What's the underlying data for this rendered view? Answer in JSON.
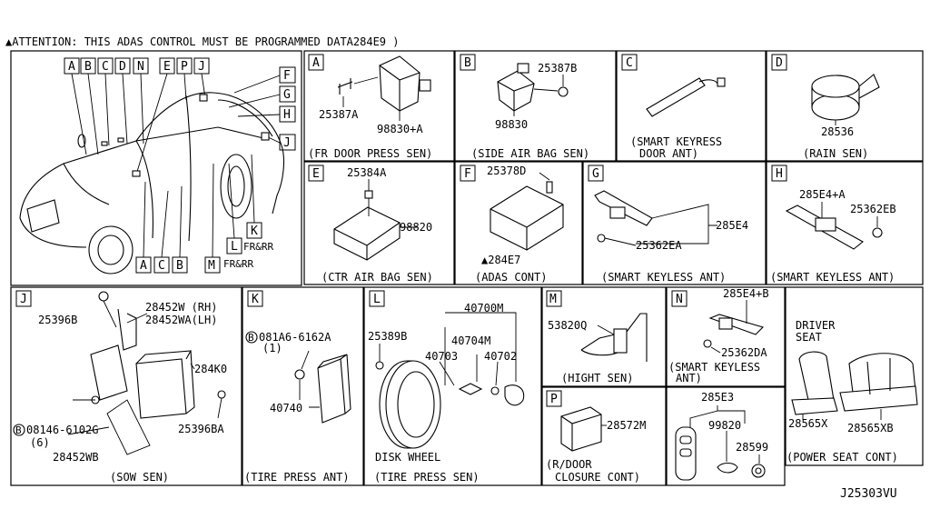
{
  "header": {
    "attention": "▲ATTENTION: THIS ADAS CONTROL MUST BE PROGRAMMED DATA284E9         )"
  },
  "footer": {
    "diagram_code": "J25303VU"
  },
  "overview": {
    "top_letters": [
      "A",
      "B",
      "C",
      "D",
      "N",
      "E",
      "P",
      "J"
    ],
    "right_letters": [
      "F",
      "G",
      "H",
      "J"
    ],
    "bottom_letters": [
      "A",
      "C",
      "B"
    ],
    "m_letter": "M",
    "l_letter": "L",
    "k_letter": "K",
    "fr_rr_1": "FR&RR",
    "fr_rr_2": "FR&RR"
  },
  "panels": {
    "A": {
      "letter": "A",
      "parts": [
        "25387A",
        "98830+A"
      ],
      "caption": "(FR DOOR PRESS SEN)"
    },
    "B": {
      "letter": "B",
      "parts": [
        "25387B",
        "98830"
      ],
      "caption": "(SIDE AIR BAG SEN)"
    },
    "C": {
      "letter": "C",
      "caption1": "(SMART KEYRESS",
      "caption2": "DOOR ANT)"
    },
    "D": {
      "letter": "D",
      "parts": [
        "28536"
      ],
      "caption": "(RAIN SEN)"
    },
    "E": {
      "letter": "E",
      "parts": [
        "25384A",
        "98820"
      ],
      "caption": "(CTR AIR BAG SEN)"
    },
    "F": {
      "letter": "F",
      "parts": [
        "25378D",
        "▲284E7"
      ],
      "caption": "(ADAS CONT)"
    },
    "G": {
      "letter": "G",
      "parts": [
        "285E4",
        "25362EA"
      ],
      "caption": "(SMART KEYLESS ANT)"
    },
    "H": {
      "letter": "H",
      "parts": [
        "285E4+A",
        "25362EB"
      ],
      "caption": "(SMART KEYLESS ANT)"
    },
    "J": {
      "letter": "J",
      "parts": [
        "25396B",
        "28452W (RH)",
        "28452WA(LH)",
        "284K0",
        "25396BA",
        "08146-6102G",
        "(6)",
        "28452WB"
      ],
      "bolt_prefix": "B",
      "caption": "(SOW SEN)"
    },
    "K": {
      "letter": "K",
      "parts": [
        "081A6-6162A",
        "(1)",
        "40740"
      ],
      "bolt_prefix": "B",
      "caption": "(TIRE PRESS ANT)"
    },
    "L": {
      "letter": "L",
      "parts": [
        "25389B",
        "40700M",
        "40704M",
        "40703",
        "40702"
      ],
      "label": "DISK WHEEL",
      "caption": "(TIRE PRESS SEN)"
    },
    "M": {
      "letter": "M",
      "parts": [
        "53820Q"
      ],
      "caption": "(HIGHT SEN)"
    },
    "N": {
      "letter": "N",
      "parts": [
        "285E4+B",
        "25362DA"
      ],
      "caption1": "(SMART KEYLESS",
      "caption2": "ANT)"
    },
    "P": {
      "letter": "P",
      "parts": [
        "28572M"
      ],
      "caption1": "(R/DOOR",
      "caption2": "CLOSURE CONT)"
    },
    "KEY": {
      "parts": [
        "285E3",
        "99820",
        "28599"
      ]
    },
    "SEAT": {
      "label1": "DRIVER",
      "label2": "SEAT",
      "parts": [
        "28565X",
        "28565XB"
      ],
      "caption": "(POWER SEAT CONT)"
    }
  }
}
